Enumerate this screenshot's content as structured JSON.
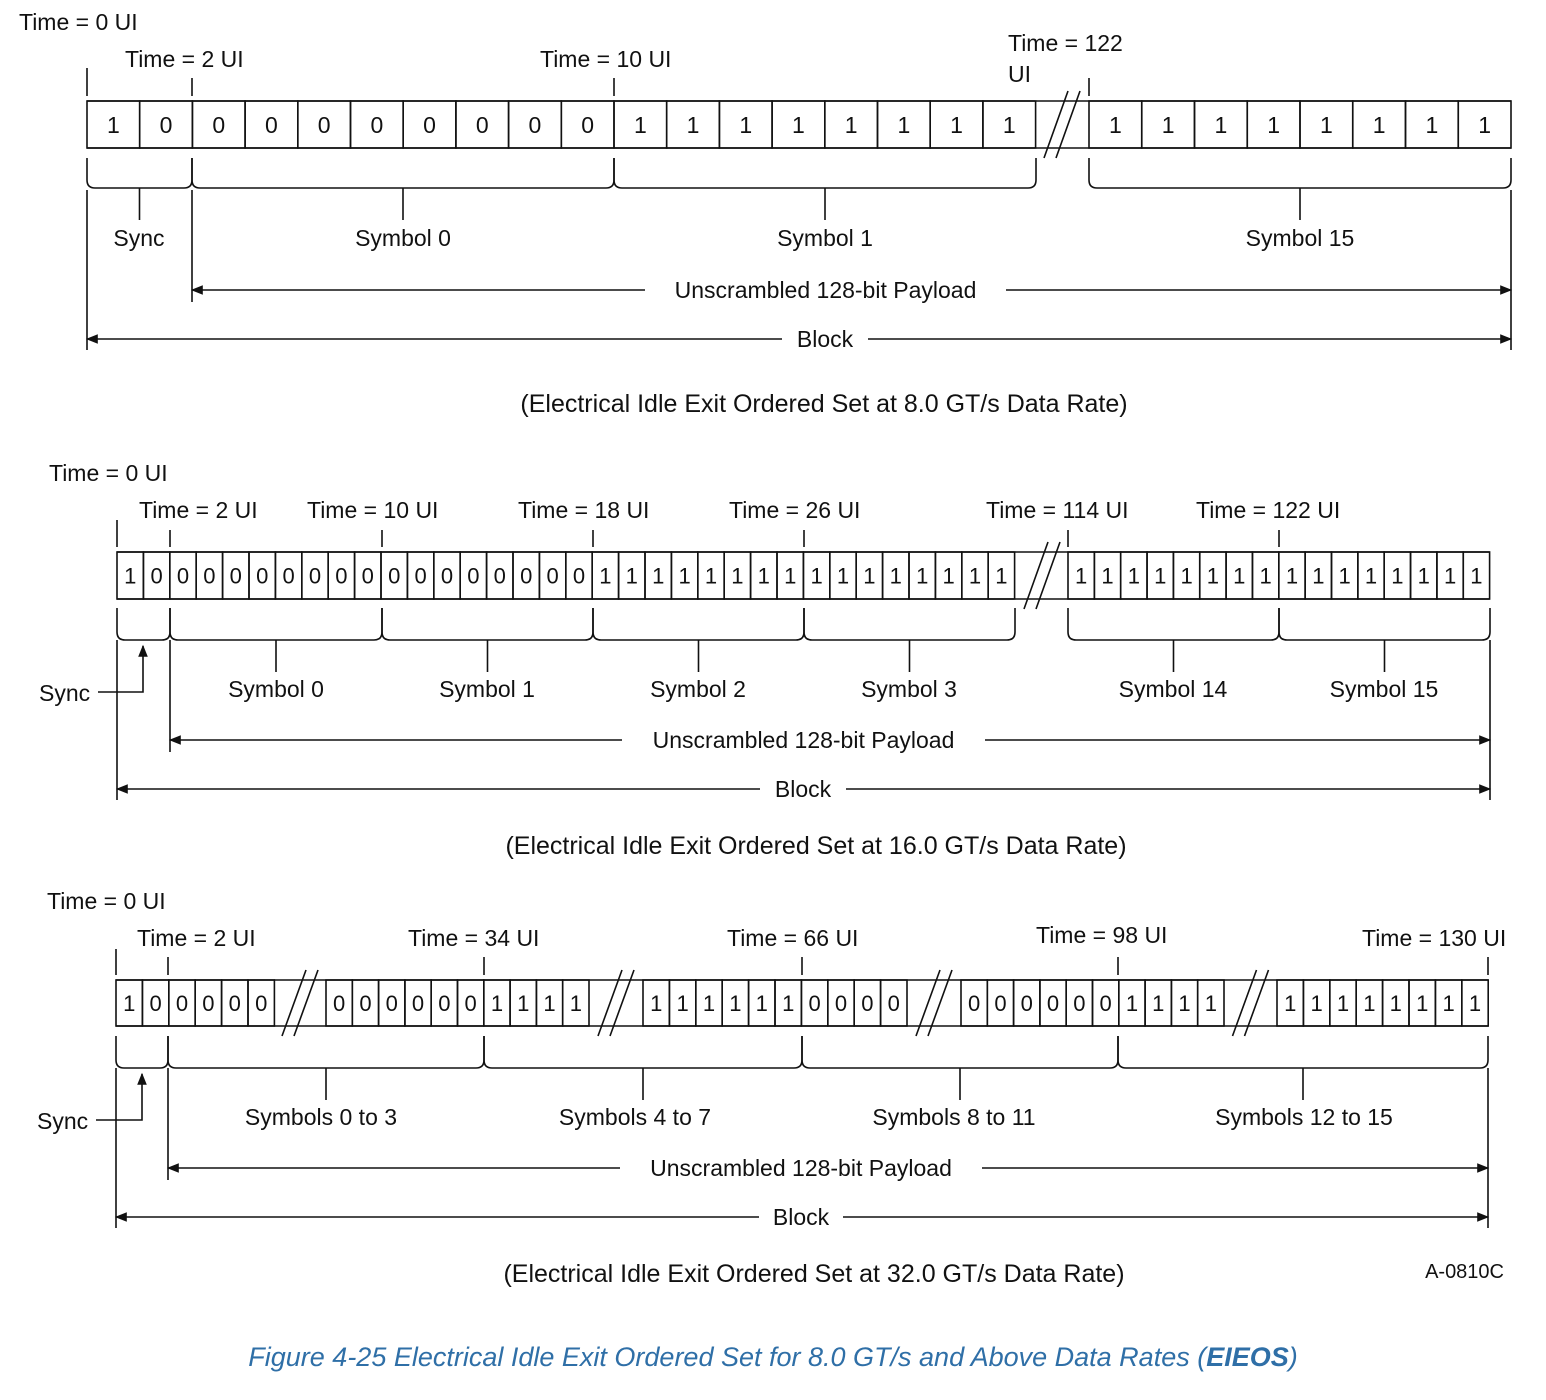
{
  "colors": {
    "line": "#111111",
    "text": "#111111",
    "caption": "#2f6fa7"
  },
  "figure_id": "A-0810C",
  "caption": {
    "prefix": "Figure  4-25  Electrical Idle Exit Ordered Set for 8.0 GT/s and Above Data Rates (",
    "emphasis": "EIEOS",
    "suffix": ")"
  },
  "panels": [
    {
      "time_labels": [
        "Time = 0 UI",
        "Time = 2 UI",
        "Time = 10 UI",
        "Time = 122",
        "UI"
      ],
      "bits": [
        "1",
        "0",
        "0",
        "0",
        "0",
        "0",
        "0",
        "0",
        "0",
        "0",
        "1",
        "1",
        "1",
        "1",
        "1",
        "1",
        "1",
        "1",
        "1",
        "1",
        "1",
        "1",
        "1",
        "1",
        "1",
        "1"
      ],
      "symbol_labels": [
        "Sync",
        "Symbol 0",
        "Symbol 1",
        "Symbol 15"
      ],
      "payload_label": "Unscrambled 128-bit Payload",
      "block_label": "Block",
      "title": "(Electrical Idle Exit Ordered Set at 8.0 GT/s Data Rate)"
    },
    {
      "time_labels": [
        "Time = 0 UI",
        "Time = 2 UI",
        "Time = 10 UI",
        "Time = 18 UI",
        "Time = 26 UI",
        "Time = 114 UI",
        "Time = 122 UI"
      ],
      "bits": [
        "1",
        "0",
        "0",
        "0",
        "0",
        "0",
        "0",
        "0",
        "0",
        "0",
        "0",
        "0",
        "0",
        "0",
        "0",
        "0",
        "0",
        "0",
        "1",
        "1",
        "1",
        "1",
        "1",
        "1",
        "1",
        "1",
        "1",
        "1",
        "1",
        "1",
        "1",
        "1",
        "1",
        "1",
        "1",
        "1",
        "1",
        "1",
        "1",
        "1",
        "1",
        "1",
        "1",
        "1",
        "1",
        "1",
        "1",
        "1",
        "1",
        "1"
      ],
      "symbol_labels": [
        "Sync",
        "Symbol 0",
        "Symbol 1",
        "Symbol 2",
        "Symbol 3",
        "Symbol 14",
        "Symbol 15"
      ],
      "payload_label": "Unscrambled 128-bit Payload",
      "block_label": "Block",
      "title": "(Electrical Idle Exit Ordered Set at 16.0 GT/s Data Rate)"
    },
    {
      "time_labels": [
        "Time = 0 UI",
        "Time = 2 UI",
        "Time = 34 UI",
        "Time = 66 UI",
        "Time = 98 UI",
        "Time = 130 UI"
      ],
      "bits": [
        "1",
        "0",
        "0",
        "0",
        "0",
        "0",
        "0",
        "0",
        "0",
        "0",
        "0",
        "0",
        "1",
        "1",
        "1",
        "1",
        "1",
        "1",
        "1",
        "1",
        "1",
        "1",
        "0",
        "0",
        "0",
        "0",
        "0",
        "0",
        "0",
        "0",
        "0",
        "0",
        "1",
        "1",
        "1",
        "1",
        "1",
        "1",
        "1",
        "1",
        "1",
        "1",
        "1",
        "1"
      ],
      "symbol_labels": [
        "Sync",
        "Symbols 0 to 3",
        "Symbols 4 to 7",
        "Symbols 8 to 11",
        "Symbols 12 to 15"
      ],
      "payload_label": "Unscrambled 128-bit Payload",
      "block_label": "Block",
      "title": "(Electrical Idle Exit Ordered Set at 32.0 GT/s Data Rate)"
    }
  ]
}
